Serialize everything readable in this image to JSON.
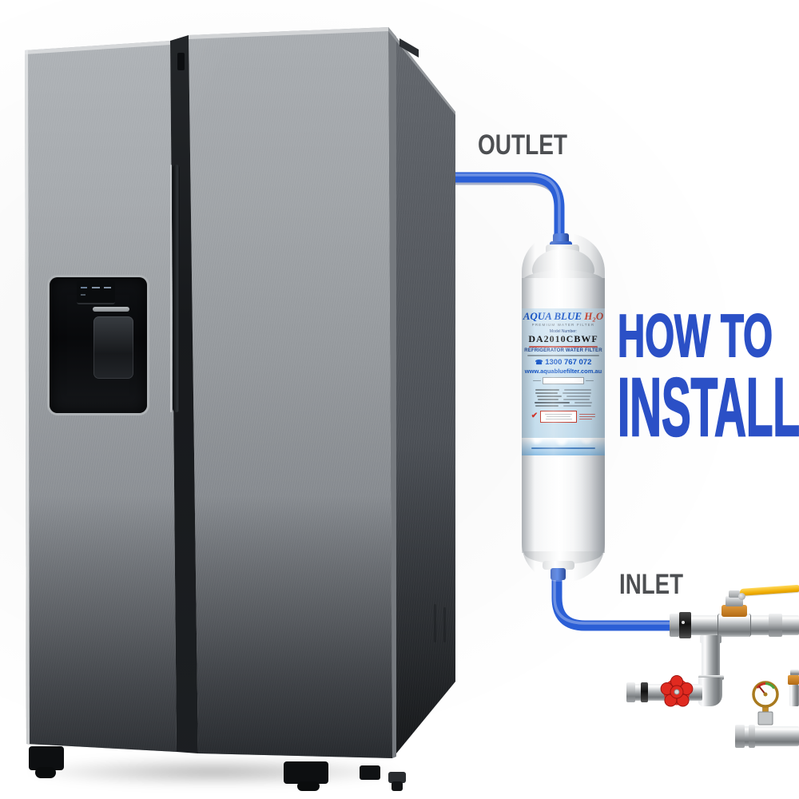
{
  "heading": {
    "line1": "HOW TO",
    "line2": "INSTALL"
  },
  "connections": {
    "outlet_label": "OUTLET",
    "inlet_label": "INLET"
  },
  "filter": {
    "brand": "AQUA BLUE",
    "brand_suffix": "H₂O",
    "tagline": "PREMIUM WATER FILTER",
    "model_caption": "Model Number:",
    "model_number": "DA2010CBWF",
    "product_type": "REFRIGERATOR WATER FILTER",
    "phone_icon": "☎",
    "phone": "1300 767 072",
    "website": "www.aquabluefilter.com.au",
    "cert_icon": "✔"
  },
  "colors": {
    "heading_blue": "#2b50c6",
    "tube_blue": "#2e63d8",
    "connection_label_gray": "#4d4f52",
    "brand_blue": "#1553c8",
    "brand_red": "#d2422e",
    "lever_yellow": "#f2b705",
    "handwheel_red": "#e02a20",
    "brass": "#c07a28"
  }
}
